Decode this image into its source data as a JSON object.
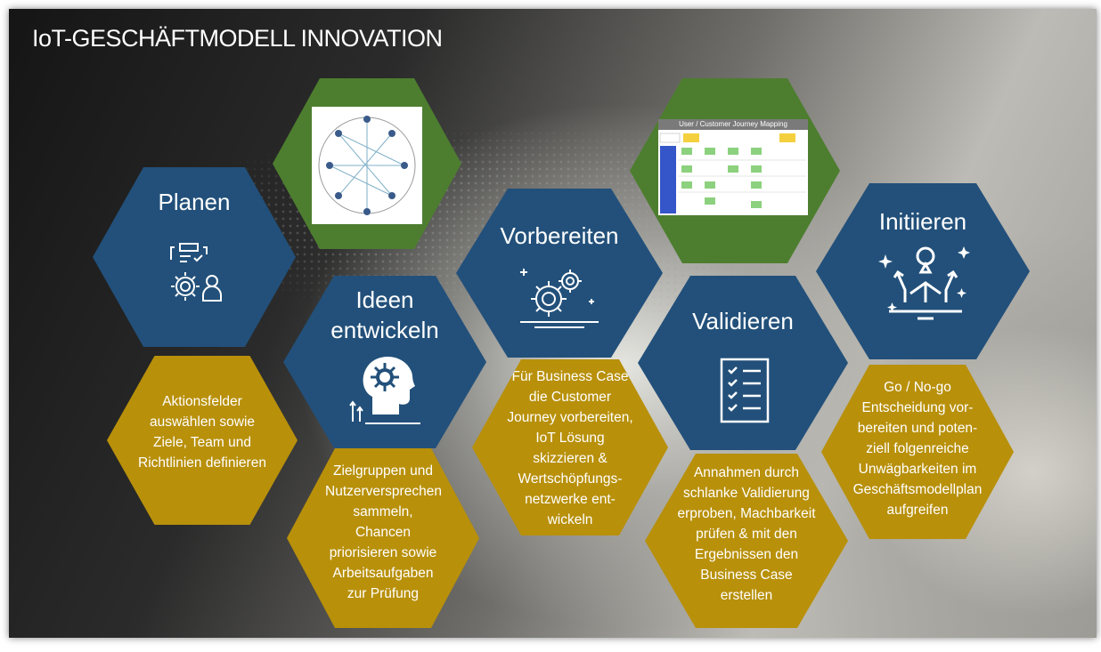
{
  "title": "IoT-GESCHÄFTMODELL INNOVATION",
  "colors": {
    "blue": "#22507a",
    "gold": "#b8900a",
    "green": "#4d7e2f"
  },
  "phases": {
    "planen": {
      "title": "Planen",
      "icon": "planning-settings-person-icon",
      "description": "Aktionsfelder auswählen sowie Ziele, Team und Richtlinien definieren"
    },
    "ideen": {
      "title_line1": "Ideen",
      "title_line2": "entwickeln",
      "icon": "head-idea-icon",
      "description": "Zielgruppen und Nutzerversprechen sammeln, Chancen priorisieren sowie Arbeitsaufgaben zur  Prüfung"
    },
    "vorbereiten": {
      "title": "Vorbereiten",
      "icon": "gears-icon",
      "description": "Für Business Case die Customer Journey vorbereiten, IoT Lösung skizzieren & Wertschöpfungs-netzwerke ent-wickeln"
    },
    "validieren": {
      "title": "Validieren",
      "icon": "checklist-icon",
      "description": "Annahmen durch schlanke Validierung erproben, Machbarkeit prüfen & mit den Ergebnissen den Business Case erstellen"
    },
    "initiieren": {
      "title": "Initiieren",
      "icon": "decision-paths-icon",
      "description": "Go / No-go Entscheidung vor-bereiten und  poten-ziell folgenreiche Unwägbarkeiten im Geschäftsmodellplan aufgreifen"
    }
  },
  "images": {
    "network_diagram": {
      "icon": "value-network-diagram-thumbnail"
    },
    "journey_map": {
      "heading": "User / Customer Journey Mapping",
      "icon": "journey-map-thumbnail"
    }
  }
}
